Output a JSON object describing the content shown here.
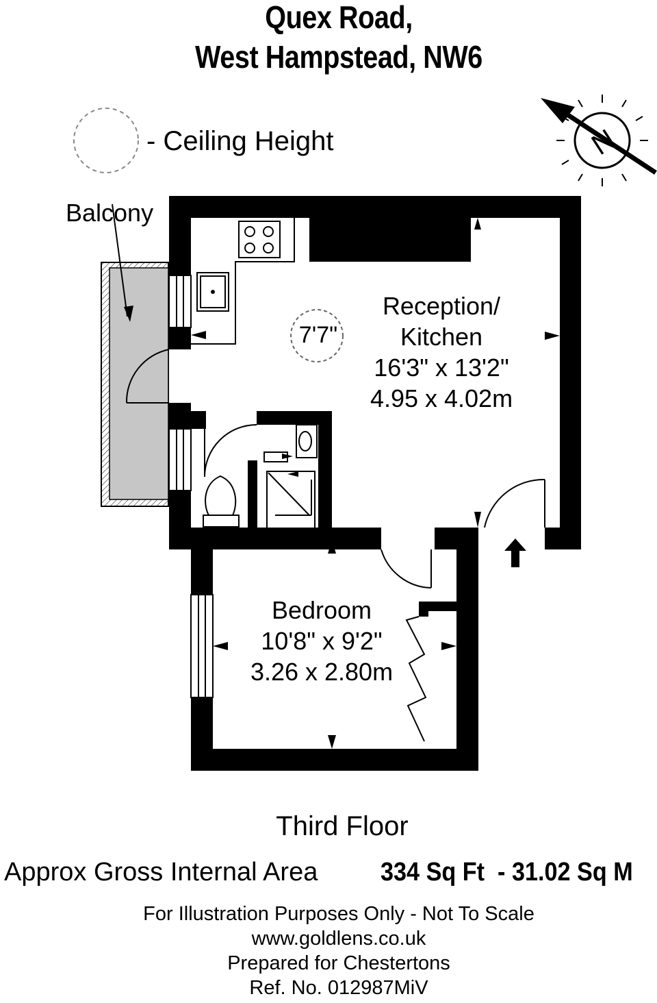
{
  "header": {
    "line1": "Quex Road,",
    "line2": "West Hampstead, NW6"
  },
  "legend": {
    "ceiling_height_label": "- Ceiling Height"
  },
  "compass": {
    "letter": "N"
  },
  "rooms": {
    "balcony": {
      "name": "Balcony"
    },
    "reception": {
      "name_line1": "Reception/",
      "name_line2": "Kitchen",
      "size_imperial": "16'3\" x 13'2\"",
      "size_metric": "4.95 x 4.02m",
      "ceiling_height": "7'7\""
    },
    "bedroom": {
      "name": "Bedroom",
      "size_imperial": "10'8\" x 9'2\"",
      "size_metric": "3.26 x 2.80m"
    }
  },
  "floor": {
    "name": "Third Floor"
  },
  "area": {
    "label": "Approx Gross Internal Area",
    "value": "334 Sq Ft  - 31.02 Sq M"
  },
  "footer": {
    "line1": "For Illustration Purposes Only - Not To Scale",
    "line2": "www.goldlens.co.uk",
    "line3": "Prepared for Chestertons",
    "line4": "Ref. No. 012987MiV"
  },
  "colors": {
    "wall": "#000000",
    "balcony_fill": "#c6c6c6",
    "background": "#ffffff"
  }
}
